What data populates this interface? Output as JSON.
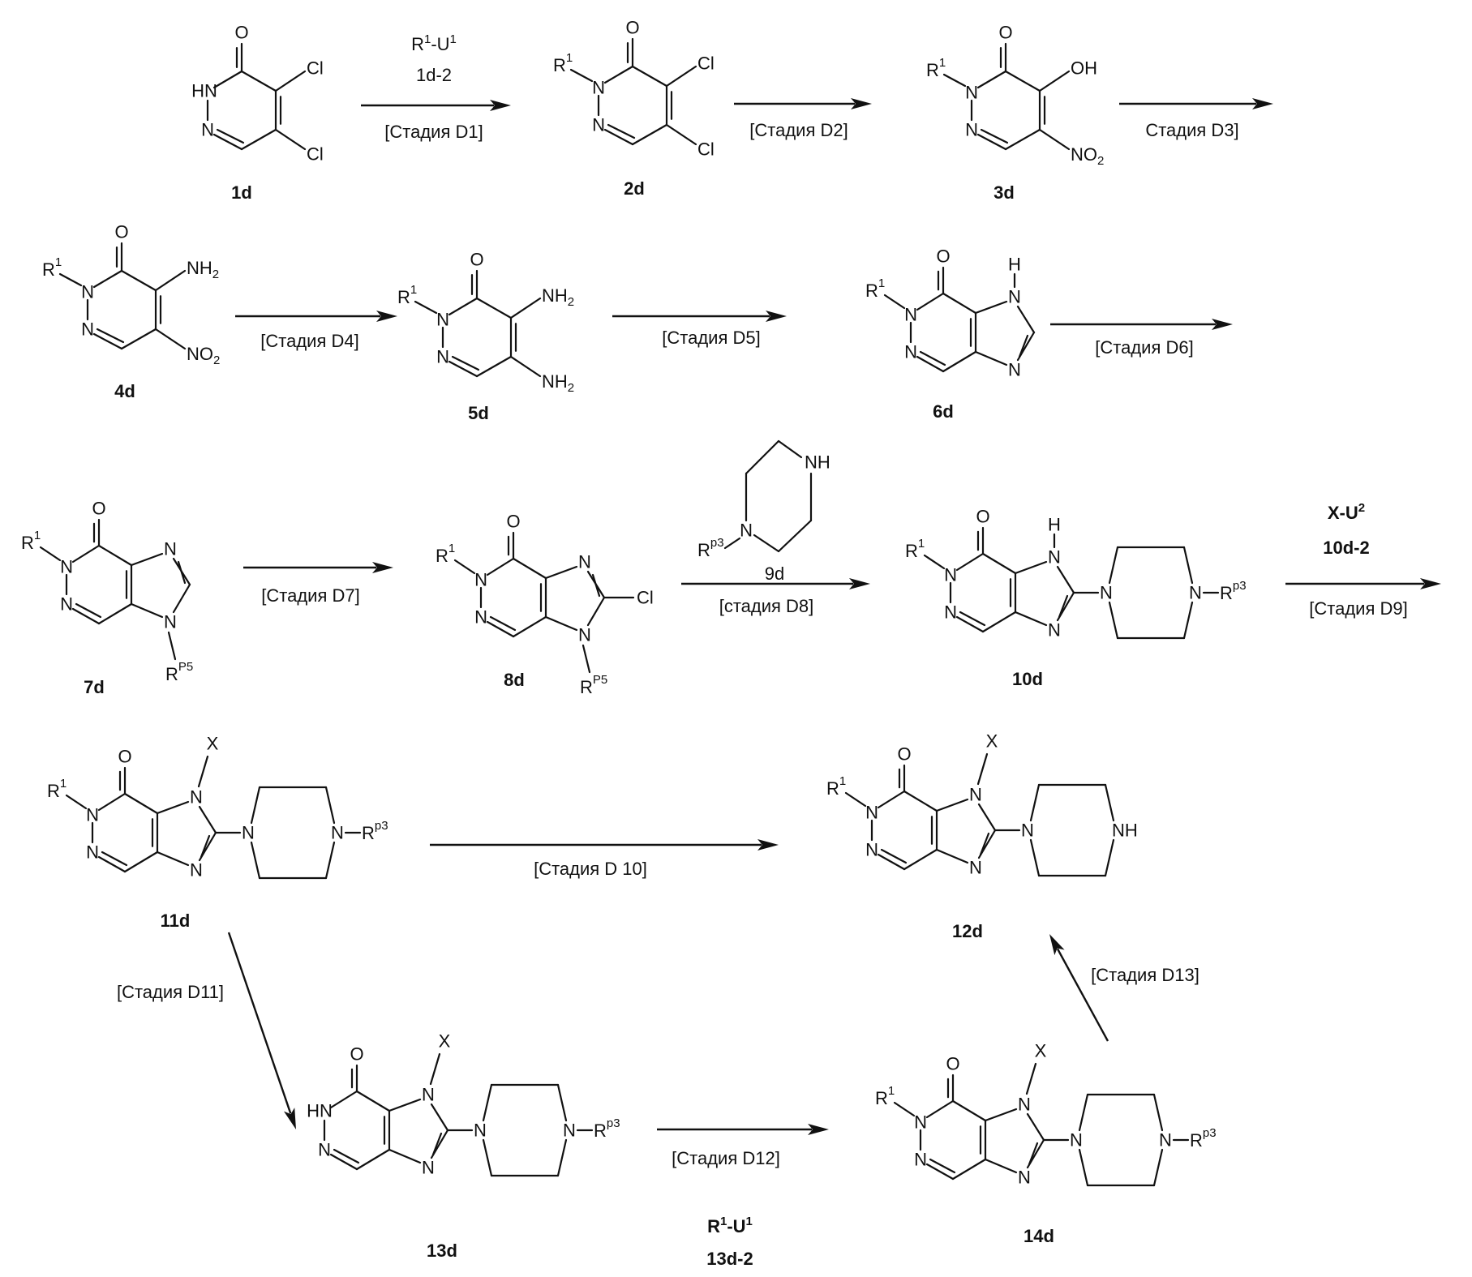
{
  "title": "Reaction scheme D (compounds 1d–14d)",
  "atoms": {
    "O": "O",
    "N": "N",
    "HN": "HN",
    "NH": "NH",
    "H": "H",
    "Cl": "Cl",
    "OH": "OH",
    "NH2": "NH",
    "NH2_sub": "2",
    "NO2": "NO",
    "NO2_sub": "2",
    "R": "R",
    "R1_sup": "1",
    "Rp3_sup": "p3",
    "RP5_sup": "P5",
    "X": "X"
  },
  "compounds": [
    {
      "id": "1d",
      "label": "1d",
      "name": "4,5-dichloro-pyridazin-3(2H)-one"
    },
    {
      "id": "2d",
      "label": "2d"
    },
    {
      "id": "3d",
      "label": "3d"
    },
    {
      "id": "4d",
      "label": "4d"
    },
    {
      "id": "5d",
      "label": "5d"
    },
    {
      "id": "6d",
      "label": "6d"
    },
    {
      "id": "7d",
      "label": "7d"
    },
    {
      "id": "8d",
      "label": "8d"
    },
    {
      "id": "9d",
      "label": "9d"
    },
    {
      "id": "10d",
      "label": "10d"
    },
    {
      "id": "11d",
      "label": "11d"
    },
    {
      "id": "12d",
      "label": "12d"
    },
    {
      "id": "13d",
      "label": "13d"
    },
    {
      "id": "14d",
      "label": "14d"
    }
  ],
  "steps": [
    {
      "id": "D1",
      "label": "[Стадия D1]",
      "from": "1d",
      "to": "2d",
      "reagent": "R¹-U¹",
      "reagent_id": "1d-2"
    },
    {
      "id": "D2",
      "label": "[Стадия D2]",
      "from": "2d",
      "to": "3d"
    },
    {
      "id": "D3",
      "label": "Стадия D3]",
      "from": "3d",
      "to": "4d"
    },
    {
      "id": "D4",
      "label": "[Стадия D4]",
      "from": "4d",
      "to": "5d"
    },
    {
      "id": "D5",
      "label": "[Стадия D5]",
      "from": "5d",
      "to": "6d"
    },
    {
      "id": "D6",
      "label": "[Стадия D6]",
      "from": "6d",
      "to": "7d"
    },
    {
      "id": "D7",
      "label": "[Стадия D7]",
      "from": "7d",
      "to": "8d"
    },
    {
      "id": "D8",
      "label": "[стадия D8]",
      "from": "8d",
      "to": "10d",
      "reagent_id": "9d"
    },
    {
      "id": "D9",
      "label": "[Стадия D9]",
      "from": "10d",
      "to": "11d",
      "reagent": "X-U²",
      "reagent_id": "10d-2"
    },
    {
      "id": "D10",
      "label": "[Стадия D 10]",
      "from": "11d",
      "to": "12d"
    },
    {
      "id": "D11",
      "label": "[Стадия D11]",
      "from": "11d",
      "to": "13d"
    },
    {
      "id": "D12",
      "label": "[Стадия D12]",
      "from": "13d",
      "to": "14d",
      "reagent": "R¹-U¹",
      "reagent_id": "13d-2"
    },
    {
      "id": "D13",
      "label": "[Стадия D13]",
      "from": "14d",
      "to": "12d"
    }
  ],
  "reagents": {
    "r1u1": {
      "base": "R",
      "sup1": "1",
      "mid": "-U",
      "sup2": "1"
    },
    "xu2": {
      "base": "X-U",
      "sup": "2"
    }
  }
}
